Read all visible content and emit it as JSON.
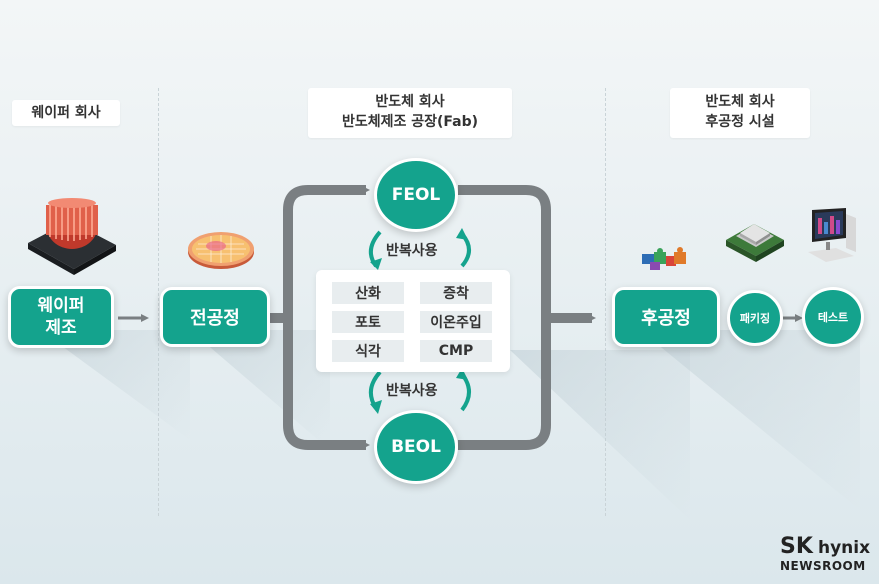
{
  "columns": {
    "wafer_company": "웨이퍼 회사",
    "fab_line1": "반도체 회사",
    "fab_line2": "반도체제조 공장(Fab)",
    "backend_line1": "반도체 회사",
    "backend_line2": "후공정 시설"
  },
  "steps": {
    "wafer_line1": "웨이퍼",
    "wafer_line2": "제조",
    "front_end": "전공정",
    "feol": "FEOL",
    "beol": "BEOL",
    "back_end": "후공정",
    "packaging": "패키징",
    "test": "테스트"
  },
  "repeat_label_top": "반복사용",
  "repeat_label_bottom": "반복사용",
  "processes": [
    [
      "산화",
      "증착"
    ],
    [
      "포토",
      "이온주입"
    ],
    [
      "식각",
      "CMP"
    ]
  ],
  "logo": {
    "brand": "SK",
    "sub": "hynix",
    "newsroom": "NEWSROOM"
  },
  "colors": {
    "accent": "#14a38d",
    "arrow": "#7a7f82"
  }
}
